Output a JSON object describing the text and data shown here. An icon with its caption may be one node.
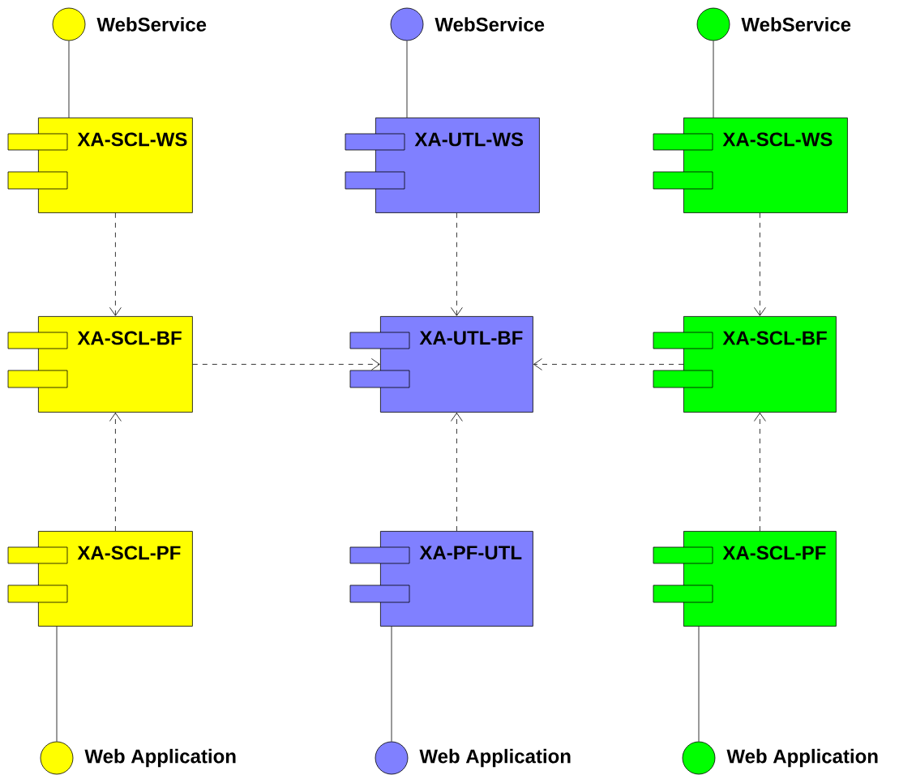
{
  "diagram": {
    "nodes": [
      {
        "text": [
          "WebService"
        ]
      },
      {
        "text": [
          "WebService"
        ]
      },
      {
        "text": [
          "WebService"
        ]
      },
      {
        "text": [
          "XA-SCL-WS"
        ]
      },
      {
        "text": [
          "XA-UTL-WS"
        ]
      },
      {
        "text": [
          "XA-SCL-WS"
        ]
      },
      {
        "text": [
          "XA-SCL-BF"
        ]
      },
      {
        "text": [
          "XA-UTL-BF"
        ]
      },
      {
        "text": [
          "XA-SCL-BF"
        ]
      },
      {
        "text": [
          "XA-SCL-PF"
        ]
      },
      {
        "text": [
          "XA-PF-UTL"
        ]
      },
      {
        "text": [
          "XA-SCL-PF"
        ]
      },
      {
        "text": [
          "Web Application"
        ]
      },
      {
        "text": [
          "Web Application"
        ]
      },
      {
        "text": [
          "Web Application"
        ]
      }
    ],
    "edges": [
      {
        "from": 0,
        "to": 3,
        "arrow": "none"
      },
      {
        "from": 1,
        "to": 4,
        "arrow": "none"
      },
      {
        "from": 2,
        "to": 5,
        "arrow": "none"
      },
      {
        "from": 3,
        "to": 6,
        "arrow": "to",
        "style": "dashed"
      },
      {
        "from": 4,
        "to": 7,
        "arrow": "to",
        "style": "dashed"
      },
      {
        "from": 5,
        "to": 8,
        "arrow": "to",
        "style": "dashed"
      },
      {
        "from": 6,
        "to": 7,
        "arrow": "to",
        "style": "dashed"
      },
      {
        "from": 8,
        "to": 7,
        "arrow": "to",
        "style": "dashed"
      },
      {
        "from": 9,
        "to": 6,
        "arrow": "to",
        "style": "dashed"
      },
      {
        "from": 10,
        "to": 7,
        "arrow": "to",
        "style": "dashed"
      },
      {
        "from": 11,
        "to": 8,
        "arrow": "to",
        "style": "dashed"
      },
      {
        "from": 9,
        "to": 12,
        "arrow": "none"
      },
      {
        "from": 10,
        "to": 13,
        "arrow": "none"
      },
      {
        "from": 11,
        "to": 14,
        "arrow": "none"
      }
    ]
  }
}
